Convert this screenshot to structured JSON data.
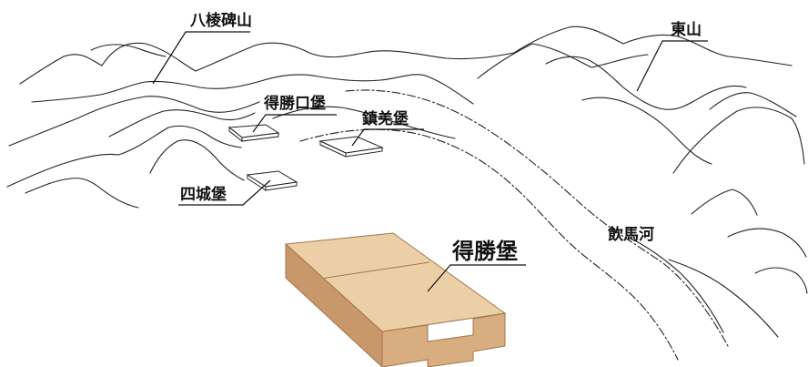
{
  "labels": {
    "mountain_west": "八棱碑山",
    "mountain_east": "東山",
    "fort_kou": "得勝口堡",
    "fort_zhenqiang": "鎮羌堡",
    "fort_sicheng": "四城堡",
    "fort_desheng": "得勝堡",
    "river": "飲馬河"
  },
  "colors": {
    "line": "#222222",
    "highlight_text": "#c8844a",
    "fort_top": "#eccfa6",
    "fort_side": "#d8ad80",
    "fort_front": "#c8976a",
    "small_fort_fill": "#ffffff"
  }
}
